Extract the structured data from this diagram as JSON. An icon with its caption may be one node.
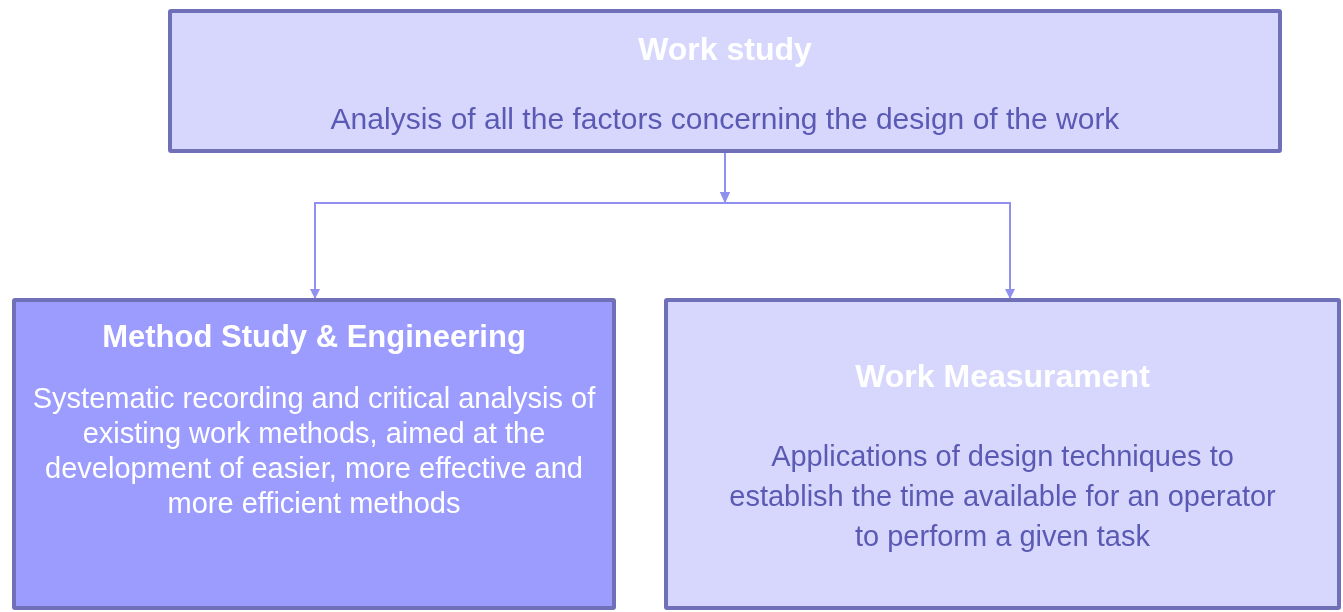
{
  "diagram": {
    "nodes": [
      {
        "text": [
          "Work study",
          "Analysis of all the factors concerning the design of the work"
        ]
      },
      {
        "text": [
          "Method Study & Engineering",
          "Systematic recording and critical analysis of existing work methods, aimed at the development of easier, more effective and more efficient methods"
        ]
      },
      {
        "text": [
          "Work Measurament",
          "Applications of design techniques to establish the time available for an operator to perform a given task"
        ]
      }
    ],
    "edges": [
      {
        "from": 0,
        "to": 1,
        "arrow": "to"
      },
      {
        "from": 0,
        "to": 2,
        "arrow": "to"
      }
    ]
  }
}
